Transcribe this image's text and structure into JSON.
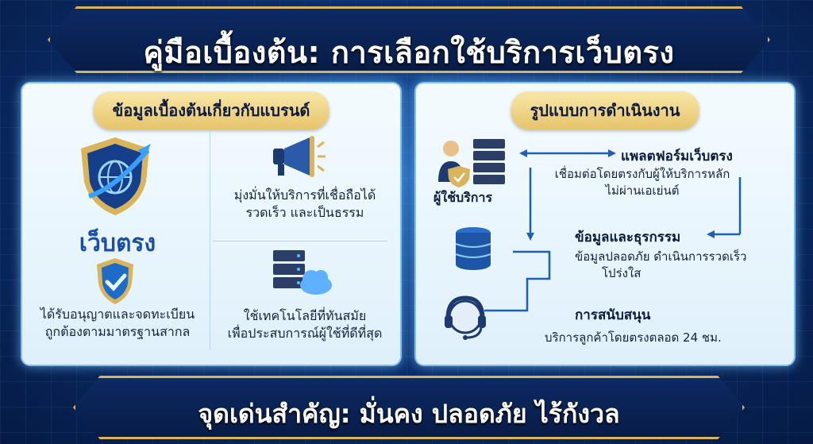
{
  "header": {
    "title": "คู่มือเบื้องต้น: การเลือกใช้บริการเว็บตรง"
  },
  "left_panel": {
    "heading": "ข้อมูลเบื้องต้นเกี่ยวกับแบรนด์",
    "brand_name": "เว็บตรง",
    "items": [
      {
        "icon": "megaphone-icon",
        "line1": "มุ่งมั่นให้บริการที่เชื่อถือได้",
        "line2": "รวดเร็ว และเป็นธรรม"
      },
      {
        "icon": "shield-check-icon",
        "line1": "ได้รับอนุญาตและจดทะเบียน",
        "line2": "ถูกต้องตามมาตรฐานสากล"
      },
      {
        "icon": "server-cloud-icon",
        "line1": "ใช้เทคโนโลยีที่ทันสมัย",
        "line2": "เพื่อประสบการณ์ผู้ใช้ที่ดีที่สุด"
      }
    ]
  },
  "right_panel": {
    "heading": "รูปแบบการดำเนินงาน",
    "user_label": "ผู้ใช้บริการ",
    "platform": {
      "title": "แพลตฟอร์มเว็บตรง",
      "line1": "เชื่อมต่อโดยตรงกับผู้ให้บริการหลัก",
      "line2": "ไม่ผ่านเอเย่นต์"
    },
    "data": {
      "title": "ข้อมูลและธุรกรรม",
      "line1": "ข้อมูลปลอดภัย ดำเนินการรวดเร็ว",
      "line2": "โปร่งใส"
    },
    "support": {
      "title": "การสนับสนุน",
      "line1": "บริการลูกค้าโดยตรงตลอด 24 ชม."
    }
  },
  "footer": {
    "highlight": "จุดเด่นสำคัญ: มั่นคง ปลอดภัย ไร้กังวล"
  },
  "colors": {
    "gold": "#d9b45a",
    "navy": "#081c47",
    "accent_blue": "#1b4fa6"
  }
}
